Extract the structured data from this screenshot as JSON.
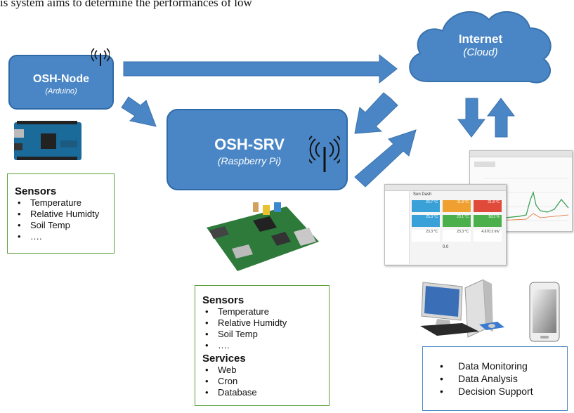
{
  "header_text": "is system aims to determine the performances of low",
  "cloud": {
    "title": "Internet",
    "subtitle": "(Cloud)"
  },
  "osh_node": {
    "title": "OSH-Node",
    "subtitle": "(Arduino)"
  },
  "osh_srv": {
    "title": "OSH-SRV",
    "subtitle": "(Raspberry Pi)"
  },
  "node_sensors": {
    "heading": "Sensors",
    "items": [
      "Temperature",
      "Relative Humidty",
      "Soil Temp",
      "…."
    ]
  },
  "srv_box": {
    "sensors_heading": "Sensors",
    "sensors": [
      "Temperature",
      "Relative Humidty",
      "Soil Temp",
      "…."
    ],
    "services_heading": "Services",
    "services": [
      "Web",
      "Cron",
      "Database"
    ]
  },
  "client_box": {
    "items": [
      "Data Monitoring",
      "Data Analysis",
      "Decision Support"
    ]
  },
  "dashboard": {
    "title": "Sun Dash",
    "tile_values": [
      "23.7 °C",
      "11.8 °C",
      "21.8 °C",
      "25.3 °C",
      "23.1 °C",
      "58.3 %",
      "23.3 °C",
      "23.3 °C",
      "4,670.3 mV"
    ],
    "tile_colors": [
      "#3aa0d8",
      "#f0a030",
      "#e04a3a",
      "#3aa0d8",
      "#4bb04b",
      "#4bb04b"
    ],
    "bottom_value": "0.0"
  },
  "colors": {
    "node_blue": "#4a86c5",
    "cloud_blue": "#4a86c5",
    "arrow_blue": "#4a86c5",
    "green_border": "#5a9e3a"
  },
  "icons": {
    "antenna": "antenna-icon",
    "arduino": "arduino-board-icon",
    "raspberry": "raspberry-pi-board-icon",
    "desktop": "desktop-computer-icon",
    "phone": "smartphone-icon"
  }
}
